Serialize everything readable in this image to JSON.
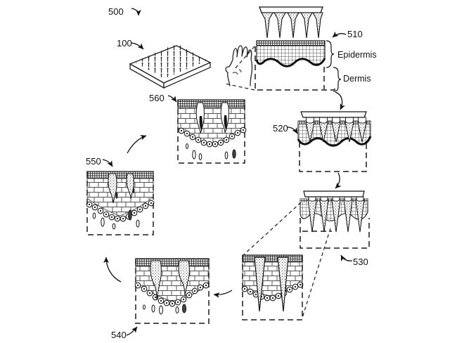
{
  "figure": {
    "background": "#ffffff",
    "ink": "#111111",
    "reference_labels": {
      "fig": "500",
      "patch": "100",
      "skin_section": "510",
      "step_applied": "520",
      "step_pressed": "530",
      "step_dissolving": "540",
      "step_dissolved": "550",
      "step_released": "560"
    },
    "anatomy": {
      "epidermis": "Epidermis",
      "dermis": "Dermis"
    }
  }
}
